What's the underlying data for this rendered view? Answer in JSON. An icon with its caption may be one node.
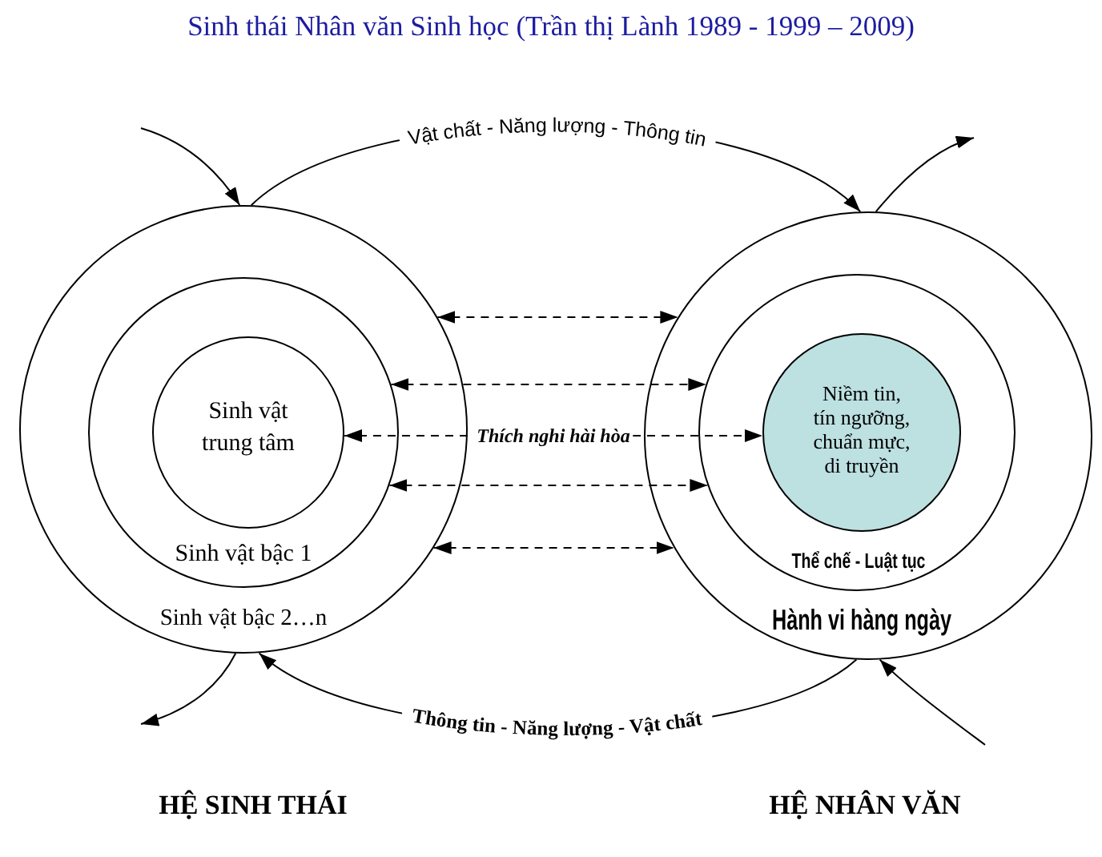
{
  "diagram": {
    "title": "Sinh thái Nhân văn Sinh học (Trần thị Lành 1989 - 1999 – 2009)",
    "nodes": [
      {
        "text": [
          "Sinh vật bậc 2…n"
        ]
      },
      {
        "text": [
          "Sinh vật bậc 1"
        ],
        "in": 0
      },
      {
        "text": [
          "Sinh vật trung tâm"
        ],
        "in": 1
      },
      {
        "text": [
          "Hành vi hàng ngày"
        ]
      },
      {
        "text": [
          "Thể chế - Luật tục"
        ],
        "in": 3
      },
      {
        "text": [
          "Niềm tin, tín ngưỡng, chuẩn mực, di truyền"
        ],
        "in": 4
      }
    ],
    "edges": [
      {
        "from": null,
        "to": 0,
        "arrow": "to"
      },
      {
        "from": 0,
        "to": 3,
        "arrow": "to",
        "label": "Vật chất - Năng lượng - Thông tin"
      },
      {
        "from": 3,
        "to": null,
        "arrow": "to"
      },
      {
        "from": 0,
        "to": 3,
        "arrow": "both",
        "style": "dashed"
      },
      {
        "from": 1,
        "to": 4,
        "arrow": "both",
        "style": "dashed"
      },
      {
        "from": 2,
        "to": 5,
        "arrow": "both",
        "style": "dashed",
        "label": "Thích nghi hài hòa"
      },
      {
        "from": 1,
        "to": 4,
        "arrow": "both",
        "style": "dashed"
      },
      {
        "from": 0,
        "to": 3,
        "arrow": "both",
        "style": "dashed"
      },
      {
        "from": 0,
        "to": null,
        "arrow": "to"
      },
      {
        "from": 3,
        "to": 0,
        "arrow": "to",
        "label": "Thông tin - Năng lượng - Vật chất"
      },
      {
        "from": null,
        "to": 3,
        "arrow": "to"
      }
    ],
    "labels": [
      "HỆ SINH THÁI",
      "HỆ NHÂN VĂN"
    ]
  }
}
